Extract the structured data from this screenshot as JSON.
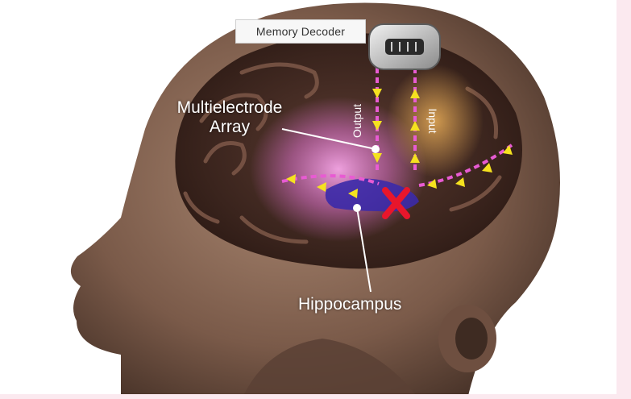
{
  "labels": {
    "memory_decoder": "Memory Decoder",
    "multielectrode_array": [
      "Multielectrode",
      "Array"
    ],
    "hippocampus": "Hippocampus",
    "output": "Output",
    "input": "Input"
  },
  "colors": {
    "signal_path": "#e85bd3",
    "arrows": "#f5e21f",
    "hippocampus": "#3b2aa8",
    "damage_marker": "#e8162b",
    "head_skin": "#7a5a49",
    "brain": "#4a3028"
  }
}
